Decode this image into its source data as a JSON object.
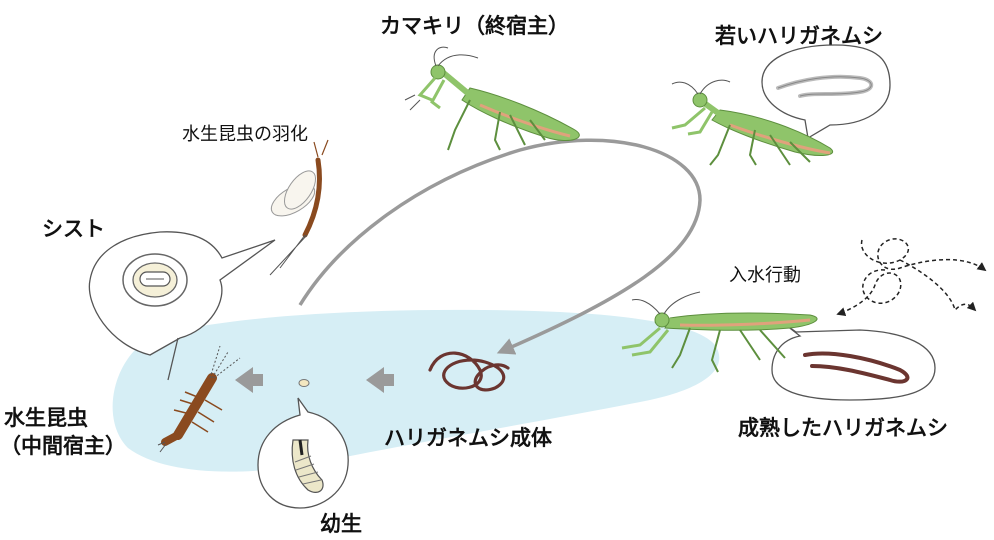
{
  "labels": {
    "mantis_final_host": "カマキリ（終宿主）",
    "young_hairworm": "若いハリガネムシ",
    "aquatic_insect_emergence": "水生昆虫の羽化",
    "cyst": "シスト",
    "water_entry": "入水行動",
    "aquatic_insect": "水生昆虫",
    "intermediate_host": "（中間宿主）",
    "adult_hairworm": "ハリガネムシ成体",
    "mature_hairworm": "成熟したハリガネムシ",
    "larva": "幼生"
  },
  "colors": {
    "water": "#d6eef5",
    "mantis": "#8fc46a",
    "mantis_dark": "#5d8f3e",
    "mantis_belly": "#e0a27c",
    "worm": "#6b3530",
    "cycle_arrow": "#9a9a9a",
    "aquatic_insect": "#8a4a1f"
  }
}
